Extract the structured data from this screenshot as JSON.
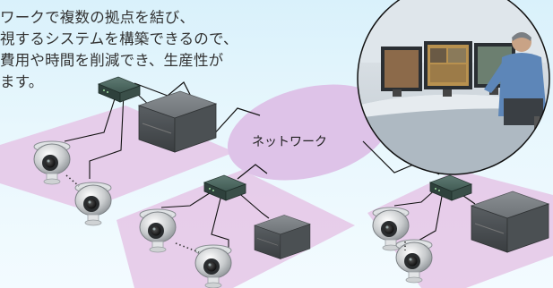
{
  "body_text": [
    "ワークで複数の拠点を結び、",
    "視するシステムを構築できるので、",
    "費用や時間を削減でき、生産性が",
    "ます。"
  ],
  "network_label": "ネットワーク",
  "colors": {
    "background": "#dff3fb",
    "site_platform": "#e5c6e6",
    "network_cloud": "#e0c5e8",
    "line": "#111111"
  },
  "icons": [
    "security-camera-icon",
    "network-hub-icon",
    "video-recorder-icon",
    "monitoring-operator-photo"
  ]
}
